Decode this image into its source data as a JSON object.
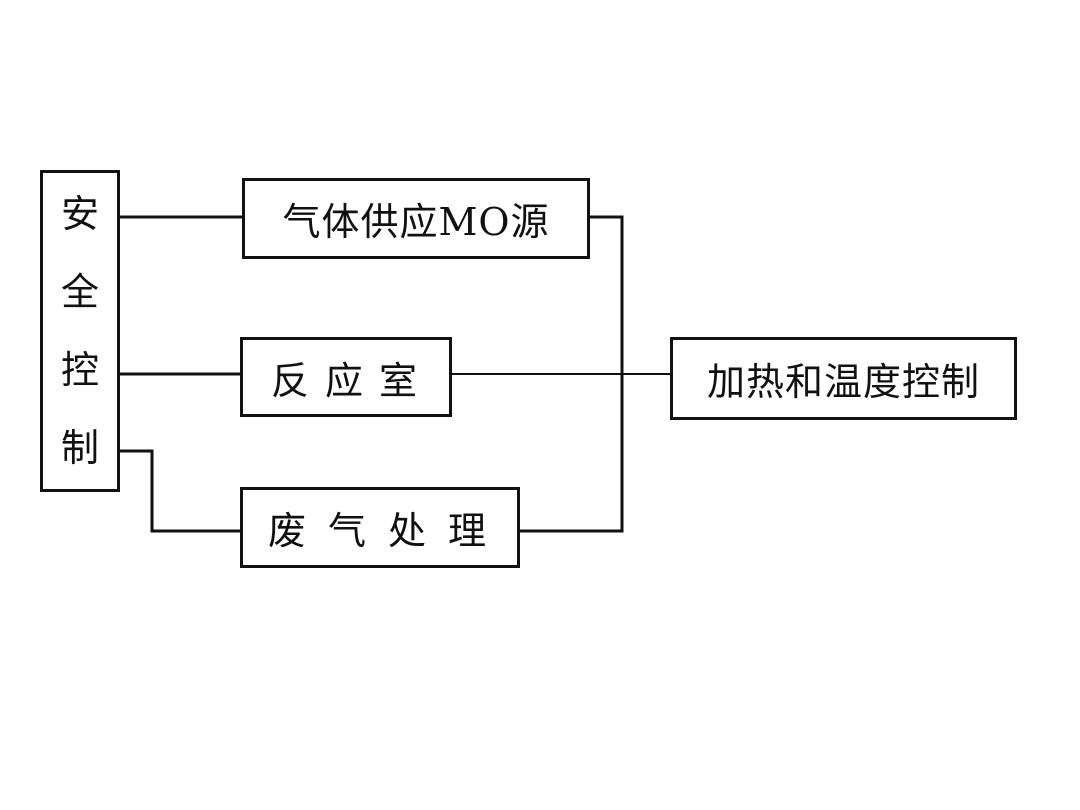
{
  "diagram": {
    "safety_chars": [
      "安",
      "全",
      "控",
      "制"
    ],
    "gas_supply": "气体供应MO源",
    "reactor": "反应室",
    "exhaust": "废气处理",
    "heating": "加热和温度控制"
  },
  "colors": {
    "line": "#111111",
    "background": "#ffffff"
  }
}
